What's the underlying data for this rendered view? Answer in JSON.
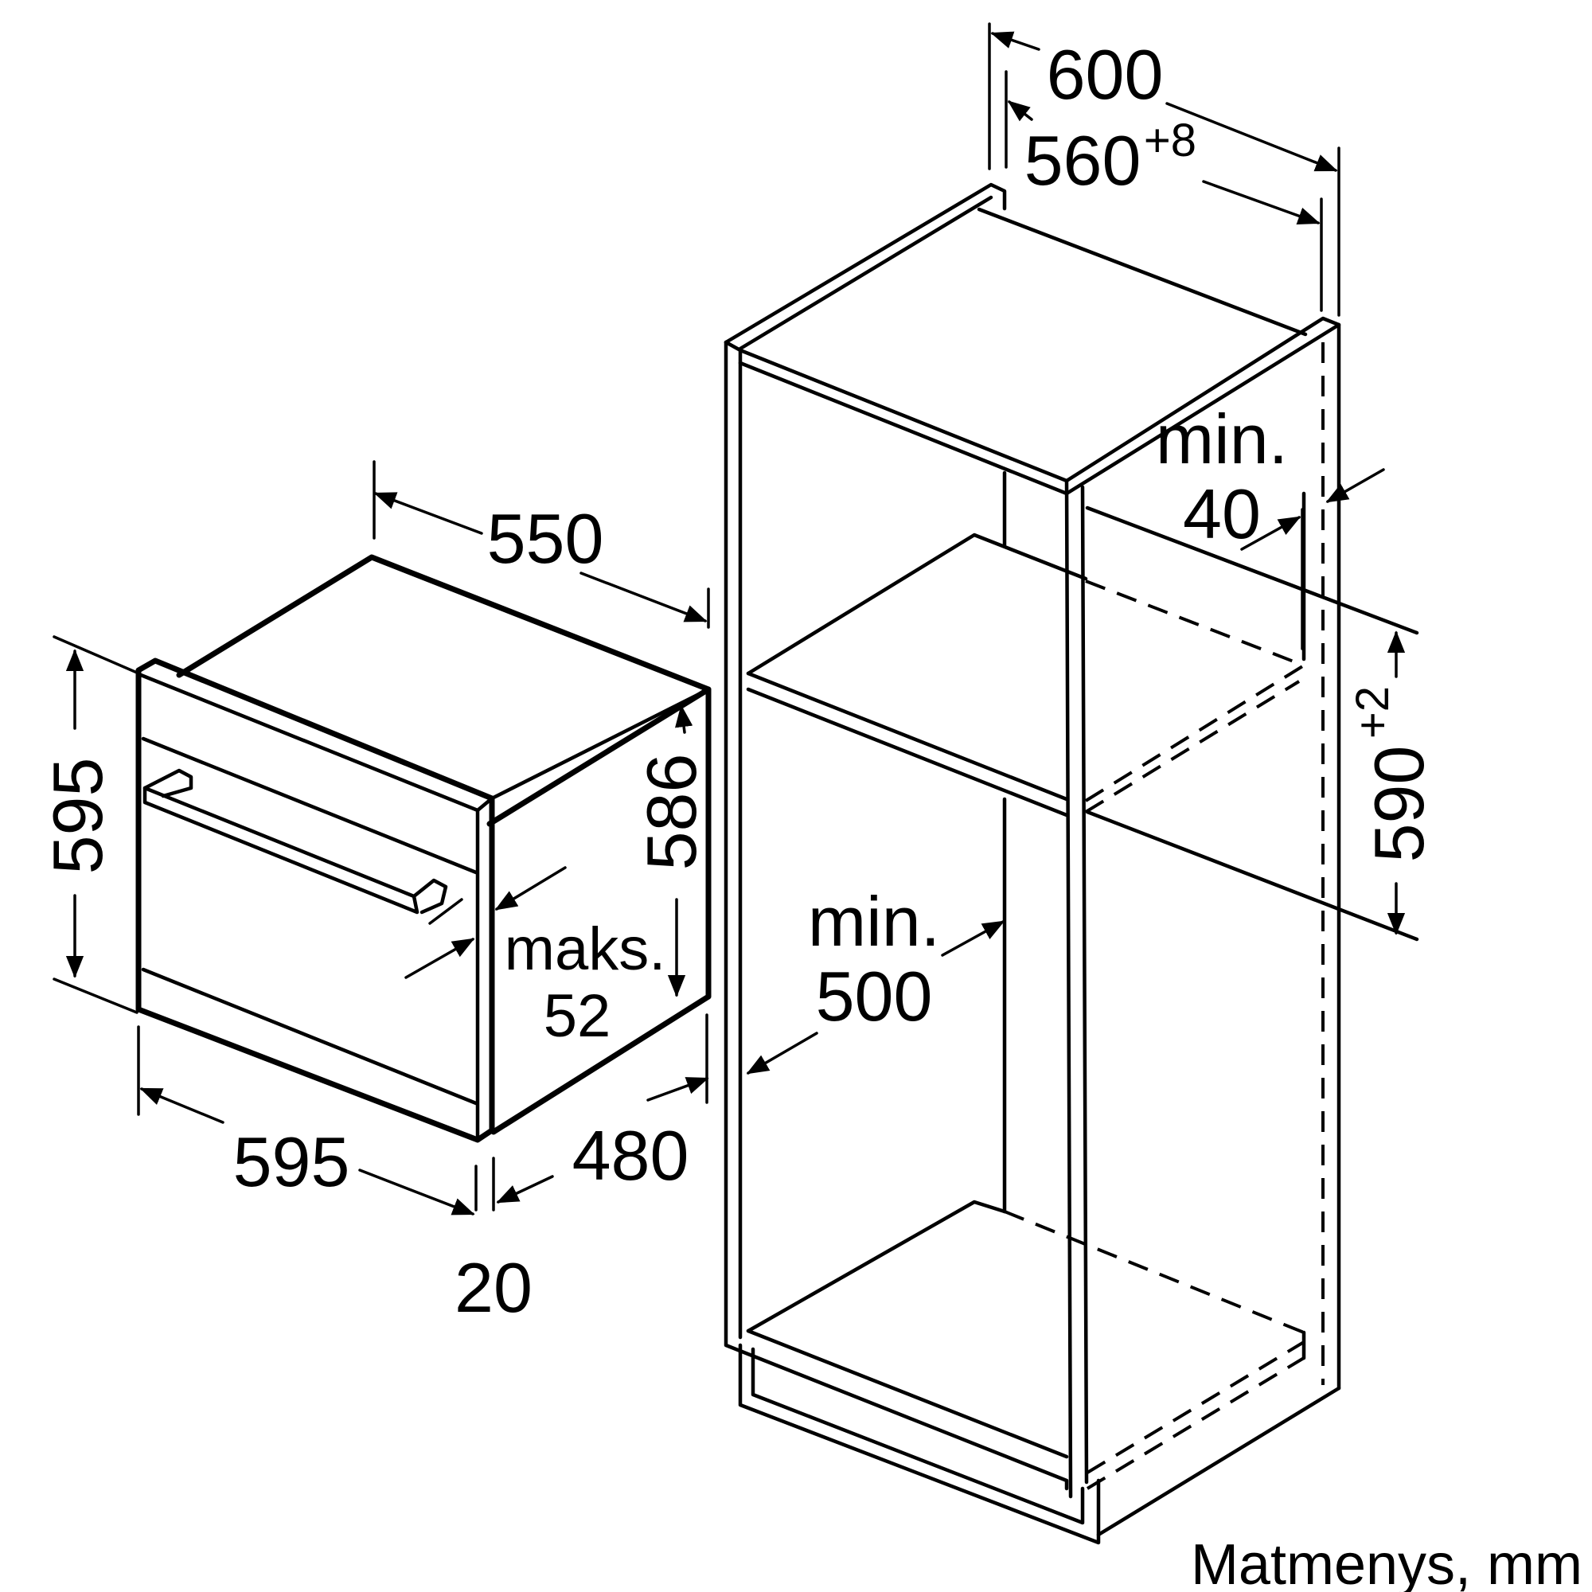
{
  "labels": {
    "oven_depth": "550",
    "oven_height": "595",
    "oven_front_height": "586",
    "oven_width": "595",
    "oven_body_depth": "480",
    "front_panel_thickness": "20",
    "handle_max_label": "maks.",
    "handle_max_value": "52",
    "cabinet_depth": "600",
    "niche_depth": "560",
    "niche_depth_tol": "+8",
    "rear_gap_label": "min.",
    "rear_gap_value": "40",
    "niche_height": "590",
    "niche_height_tol": "+2",
    "shelf_depth_label": "min.",
    "shelf_depth_value": "500",
    "caption": "Matmenys, mm"
  }
}
